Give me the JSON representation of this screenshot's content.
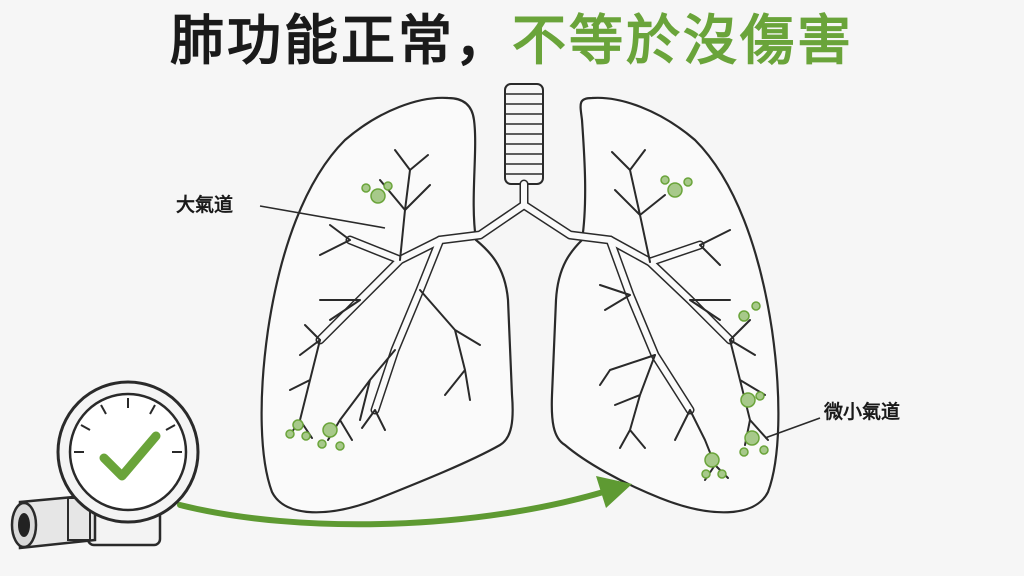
{
  "title": {
    "part1": "肺功能正常，",
    "part2": "不等於沒傷害"
  },
  "labels": {
    "large_airway": "大氣道",
    "small_airway": "微小氣道"
  },
  "meter": {
    "icon": "check-icon",
    "status": "normal"
  },
  "colors": {
    "accent": "#6aa43a",
    "line": "#2a2a2a",
    "text": "#1a1a1a"
  }
}
